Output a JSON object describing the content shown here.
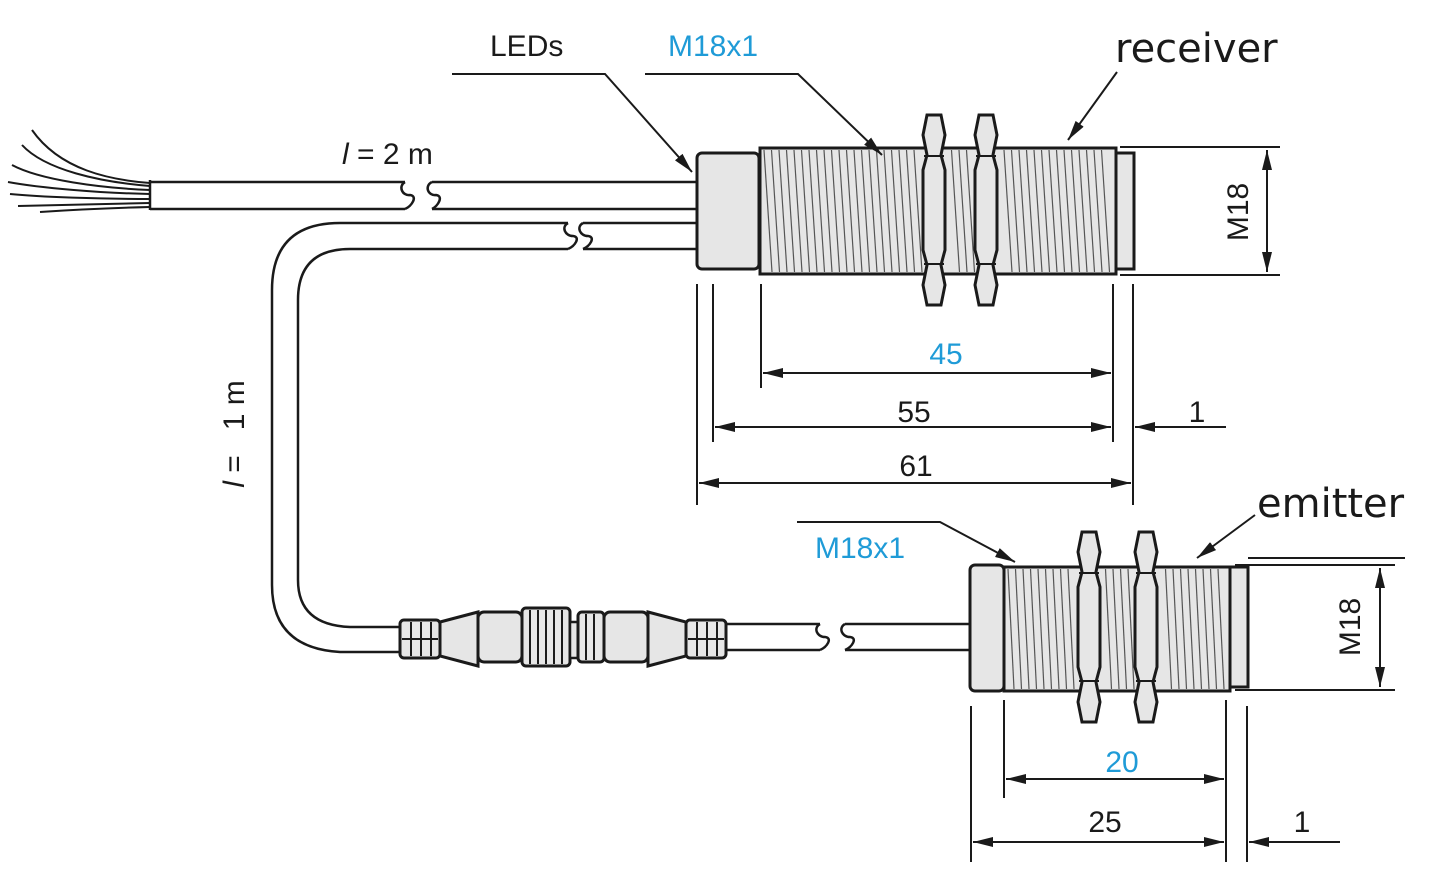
{
  "receiver": {
    "name": "receiver",
    "leds_label": "LEDs",
    "thread_label": "M18x1",
    "diameter_label": "M18",
    "dim_thread": "45",
    "dim_body": "55",
    "dim_total": "61",
    "dim_lens": "1",
    "cable_length": {
      "symbol": "l",
      "eq": " = 2 m"
    }
  },
  "emitter": {
    "name": "emitter",
    "thread_label": "M18x1",
    "diameter_label": "M18",
    "dim_thread": "20",
    "dim_body": "25",
    "dim_lens": "1",
    "cable_length": {
      "symbol": "l",
      "eq": " =   1 m"
    }
  },
  "colors": {
    "line": "#1a1a1a",
    "accent_blue": "#1f9bd7",
    "body_fill": "#e6e6e6"
  }
}
